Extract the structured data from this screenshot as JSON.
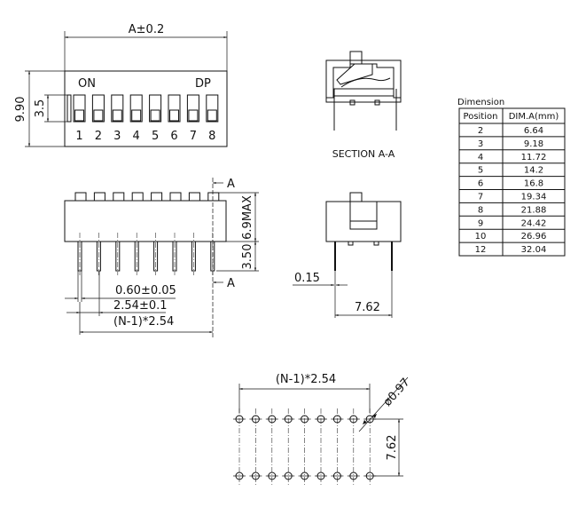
{
  "top_view": {
    "width_dim": "A±0.2",
    "height_dim": "9.90",
    "switch_dim": "3.5",
    "on_label": "ON",
    "brand_label": "DP",
    "switch_numbers": [
      "1",
      "2",
      "3",
      "4",
      "5",
      "6",
      "7",
      "8"
    ]
  },
  "side_view": {
    "height_dim": "6.9MAX",
    "pin_length_dim": "3.50",
    "pin_width_dim": "0.60±0.05",
    "pitch_dim": "2.54±0.1",
    "span_dim": "(N-1)*2.54",
    "section_marker_top": "A",
    "section_marker_bottom": "A"
  },
  "section_view": {
    "title": "SECTION A-A"
  },
  "end_view": {
    "pin_thickness_dim": "0.15",
    "row_spacing_dim": "7.62"
  },
  "footprint": {
    "span_dim": "(N-1)*2.54",
    "hole_dim": "ø0.97",
    "row_spacing_dim": "7.62",
    "holes_per_row": 9
  },
  "dimension_table": {
    "title": "Dimension",
    "headers": [
      "Position",
      "DIM.A(mm)"
    ],
    "rows": [
      [
        "2",
        "6.64"
      ],
      [
        "3",
        "9.18"
      ],
      [
        "4",
        "11.72"
      ],
      [
        "5",
        "14.2"
      ],
      [
        "6",
        "16.8"
      ],
      [
        "7",
        "19.34"
      ],
      [
        "8",
        "21.88"
      ],
      [
        "9",
        "24.42"
      ],
      [
        "10",
        "26.96"
      ],
      [
        "12",
        "32.04"
      ]
    ]
  }
}
